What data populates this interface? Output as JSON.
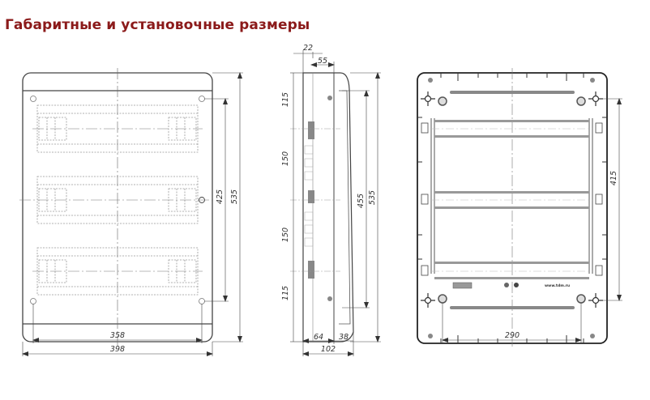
{
  "title": "Габаритные и установочные размеры",
  "colors": {
    "title": "#8b1a1a",
    "line": "#333333",
    "hidden": "#999999"
  },
  "views": {
    "front": {
      "dims": {
        "inner_width": "358",
        "outer_width": "398",
        "mount_height": "425",
        "total_height": "535"
      }
    },
    "side": {
      "dims": {
        "top_offset": "22",
        "depth_top": "55",
        "seg1": "115",
        "seg2": "150",
        "seg3": "150",
        "seg4": "115",
        "door_height": "455",
        "total_height": "535",
        "base_depth": "64",
        "door_depth": "38",
        "total_depth": "102"
      }
    },
    "back": {
      "dims": {
        "mount_height": "415",
        "mount_width": "290"
      },
      "label_url": "www.tdm.ru"
    }
  }
}
